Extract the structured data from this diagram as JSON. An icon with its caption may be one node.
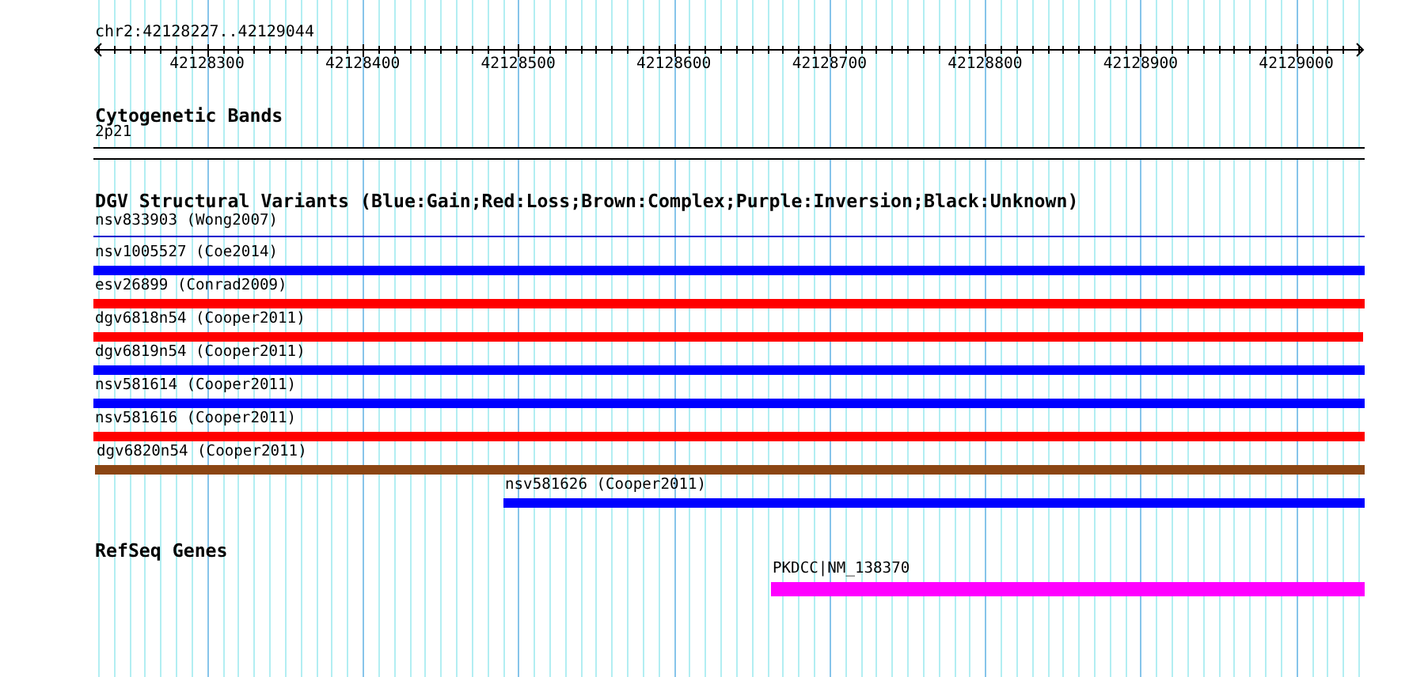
{
  "diagram": {
    "nodes": [
      {
        "text": [
          "2p21"
        ]
      },
      {
        "text": [
          "nsv833903 (Wong2007)"
        ]
      },
      {
        "text": [
          "nsv1005527 (Coe2014)"
        ]
      },
      {
        "text": [
          "esv26899 (Conrad2009)"
        ]
      },
      {
        "text": [
          "dgv6818n54 (Cooper2011)"
        ]
      },
      {
        "text": [
          "dgv6819n54 (Cooper2011)"
        ]
      },
      {
        "text": [
          "nsv581614 (Cooper2011)"
        ]
      },
      {
        "text": [
          "nsv581616 (Cooper2011)"
        ]
      },
      {
        "text": [
          "dgv6820n54 (Cooper2011)"
        ]
      },
      {
        "text": [
          "nsv581626 (Cooper2011)"
        ]
      },
      {
        "text": [
          "PKDCC|NM_138370"
        ]
      }
    ],
    "labels": [
      "chr2:42128227..42129044",
      "42128300",
      "42128400",
      "42128500",
      "42128600",
      "42128700",
      "42128800",
      "42128900",
      "42129000",
      "Cytogenetic Bands",
      "DGV Structural Variants (Blue:Gain;Red:Loss;Brown:Complex;Purple:Inversion;Black:Unknown)",
      "RefSeq Genes"
    ]
  }
}
